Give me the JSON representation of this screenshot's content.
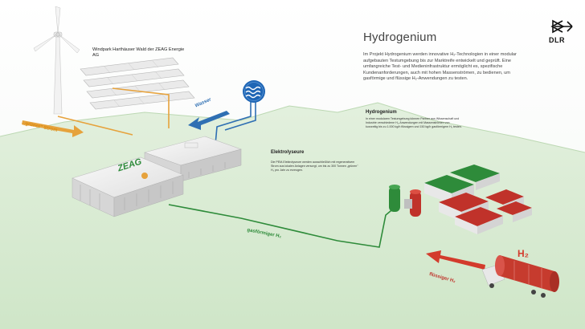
{
  "header": {
    "title": "Hydrogenium",
    "intro": "Im Projekt Hydrogenium werden innovative H₂-Technologien in einer modular aufgebauten Testumgebung bis zur Marktreife entwickelt und geprüft. Eine umfangreiche Test- und Medieninfrastruktur ermöglicht es, spezifische Kundenanforderungen, auch mit hohen Massenströmen, zu bedienen, um gasförmige und flüssige H₂-Anwendungen zu testen.",
    "logo_text": "DLR"
  },
  "windpark": {
    "label": "Windpark Harthäuser Wald der ZEAG Energie AG"
  },
  "electrolysis": {
    "heading": "Elektrolyseure",
    "text": "Die PEM-Elektrolyseure werden ausschließlich mit regenerativem Strom aus lokalen Anlagen versorgt, um bis zu 300 Tonnen „grünen\" H₂ pro Jahr zu erzeugen.",
    "building_logo": "ZEAG"
  },
  "hydrogenium_box": {
    "heading": "Hydrogenium",
    "text": "In einer modularen Testumgebung können Partner aus Wissenschaft und Industrie verschiedene H₂-Anwendungen mit Massenströmen von kurzzeitig bis zu 1.000 kg/h flüssigem und 150 kg/h gasförmigem H₂ testen."
  },
  "flow_labels": {
    "strom": "„grüner\" Strom",
    "wasser": "Wasser",
    "gas": "gasförmiger H₂",
    "fluessig": "flüssiger H₂",
    "truck_h2": "H₂"
  },
  "colors": {
    "strom": "#e6a23c",
    "wasser": "#2f6fb3",
    "gas": "#2e8b3a",
    "fluessig": "#d33b2c",
    "ground": "#d9ecd3"
  },
  "icons": [
    "wind-turbine-icon",
    "solar-panel-icon",
    "water-drop-icon",
    "dlr-logo-icon",
    "truck-icon"
  ]
}
